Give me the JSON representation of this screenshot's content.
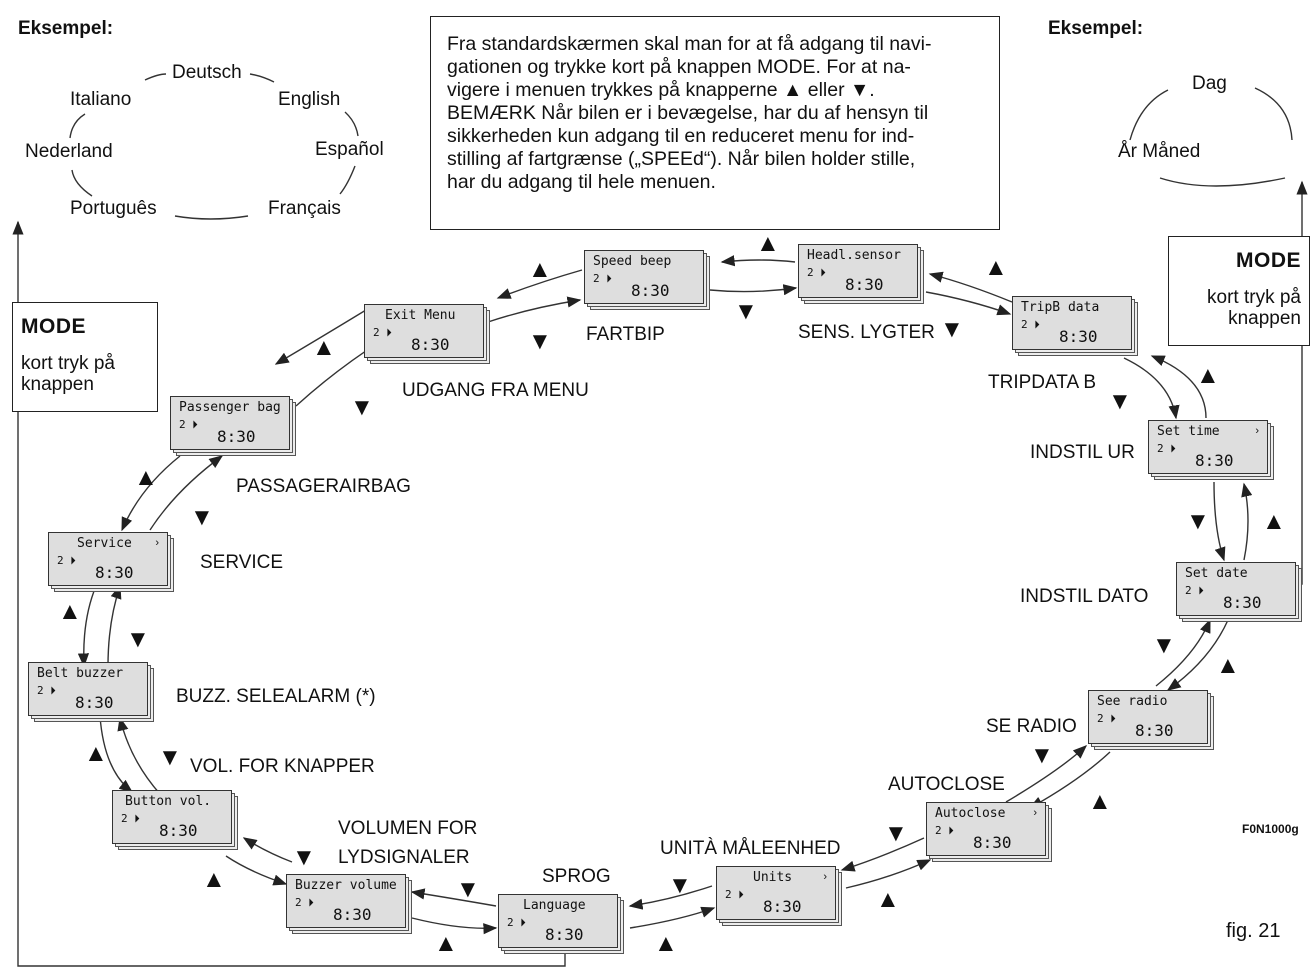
{
  "example_left": {
    "title": "Eksempel:",
    "languages": [
      "Deutsch",
      "English",
      "Español",
      "Français",
      "Português",
      "Nederland",
      "Italiano"
    ]
  },
  "example_right": {
    "title": "Eksempel:",
    "items": [
      "Dag",
      "År Måned"
    ]
  },
  "info_lines": [
    "Fra standardskærmen skal man for at få adgang til navi-",
    "gationen og trykke kort på knappen MODE. For at na-",
    "vigere i menuen trykkes på knapperne ▲ eller ▼.",
    "BEMÆRK Når bilen er i bevægelse, har du af hensyn til",
    "sikkerheden kun adgang til en reduceret menu for ind-",
    "stilling af fartgrænse („SPEEd“). Når bilen holder stille,",
    "har du adgang til hele menuen."
  ],
  "mode_left": {
    "title": "MODE",
    "line1": "kort tryk på",
    "line2": "knappen"
  },
  "mode_right": {
    "title": "MODE",
    "line1": "kort tryk på",
    "line2": "knappen"
  },
  "display": {
    "icon": "2 ⏵",
    "clock": "8:30"
  },
  "screens": [
    {
      "id": "speed-beep",
      "title": "Speed beep",
      "label": "FARTBIP"
    },
    {
      "id": "headl-sensor",
      "title": "Headl.sensor",
      "label": "SENS. LYGTER"
    },
    {
      "id": "tripb-data",
      "title": "TripB data",
      "label": "TRIPDATA B"
    },
    {
      "id": "set-time",
      "title": "Set time",
      "label": "INDSTIL UR"
    },
    {
      "id": "set-date",
      "title": "Set date",
      "label": "INDSTIL DATO"
    },
    {
      "id": "see-radio",
      "title": "See radio",
      "label": "SE RADIO"
    },
    {
      "id": "autoclose",
      "title": "Autoclose",
      "label": "AUTOCLOSE"
    },
    {
      "id": "units",
      "title": "Units",
      "label": "UNITÀ MÅLEENHED"
    },
    {
      "id": "language",
      "title": "Language",
      "label": "SPROG"
    },
    {
      "id": "buzzer-volume",
      "title": "Buzzer volume",
      "label": "VOLUMEN FOR LYDSIGNALER"
    },
    {
      "id": "button-vol",
      "title": "Button vol.",
      "label": "VOL. FOR KNAPPER"
    },
    {
      "id": "belt-buzzer",
      "title": "Belt buzzer",
      "label": "BUZZ. SELEALARM (*)"
    },
    {
      "id": "service",
      "title": "Service",
      "label": "SERVICE"
    },
    {
      "id": "passenger-bag",
      "title": "Passenger bag",
      "label": "PASSAGERAIRBAG"
    },
    {
      "id": "exit-menu",
      "title": "Exit Menu",
      "label": "UDGANG FRA MENU"
    }
  ],
  "figure_code": "F0N1000g",
  "figure_label": "fig. 21"
}
